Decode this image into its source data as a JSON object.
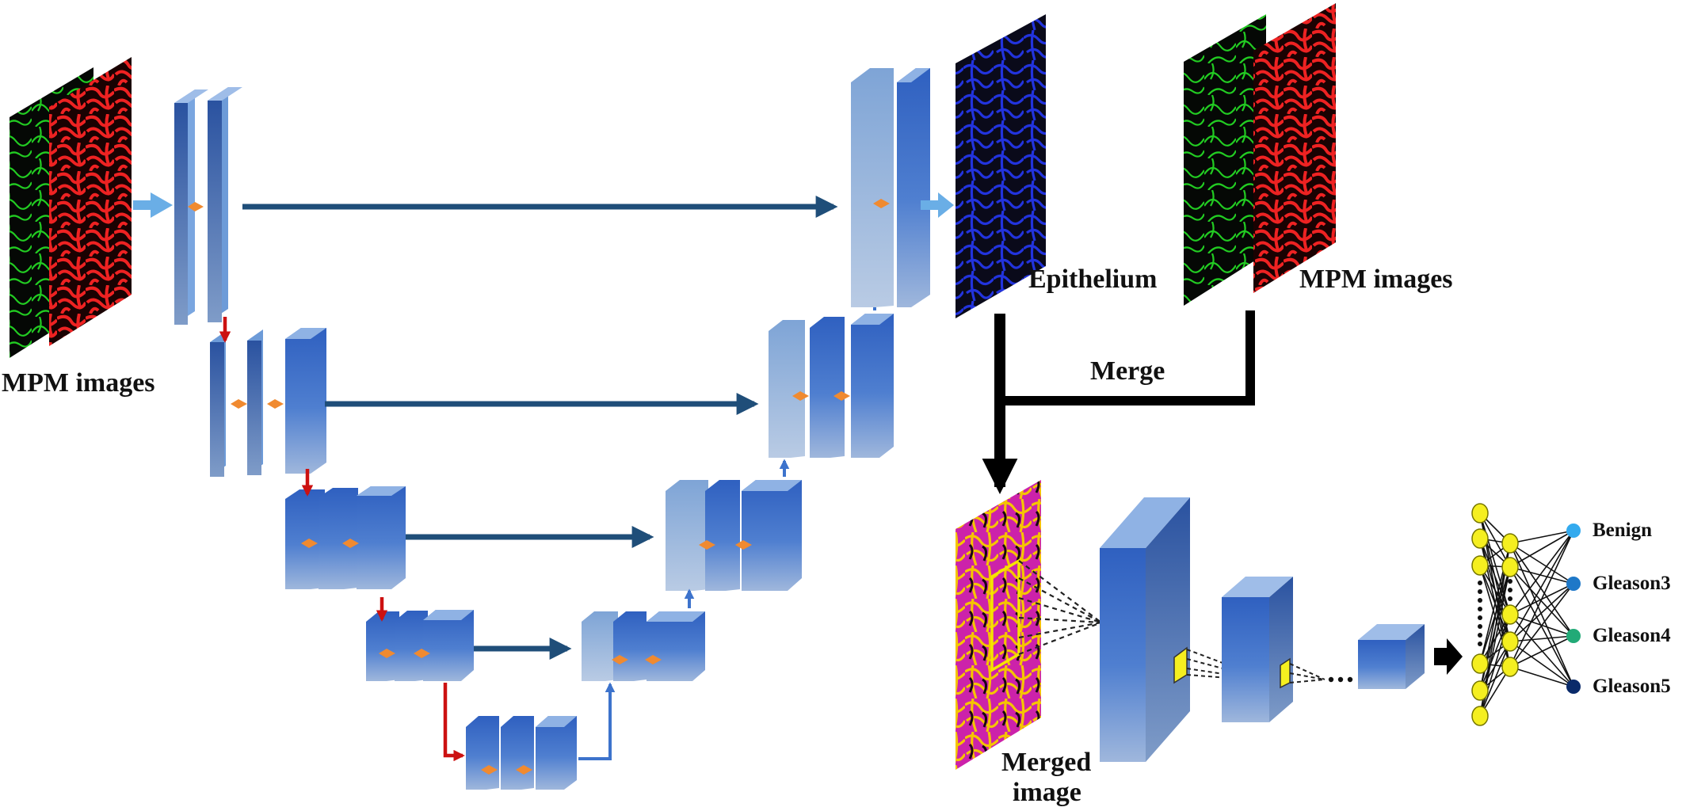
{
  "labels": {
    "input_mpm": "MPM images",
    "epithelium": "Epithelium",
    "mpm_right": "MPM images",
    "merge": "Merge",
    "merged_line1": "Merged",
    "merged_line2": "image"
  },
  "classes": [
    {
      "label": "Benign",
      "color": "#33aaee"
    },
    {
      "label": "Gleason3",
      "color": "#1e78c8"
    },
    {
      "label": "Gleason4",
      "color": "#22aa77"
    },
    {
      "label": "Gleason5",
      "color": "#0a2a6a"
    }
  ],
  "colors": {
    "block_front": "#3a6cc0",
    "block_side": "#2f5aa8",
    "block_top": "#7aa6e0",
    "skip_arrow": "#1f4e79",
    "input_arrow": "#6aaee6",
    "down_arrow": "#cc1111",
    "up_arrow": "#3d73cc",
    "conv_dot": "#f08a30",
    "neuron": "#f5ef20",
    "merge_arrow": "#000000",
    "green_channel": "#22cc22",
    "red_channel": "#ee2222",
    "blue_channel": "#2233dd"
  }
}
